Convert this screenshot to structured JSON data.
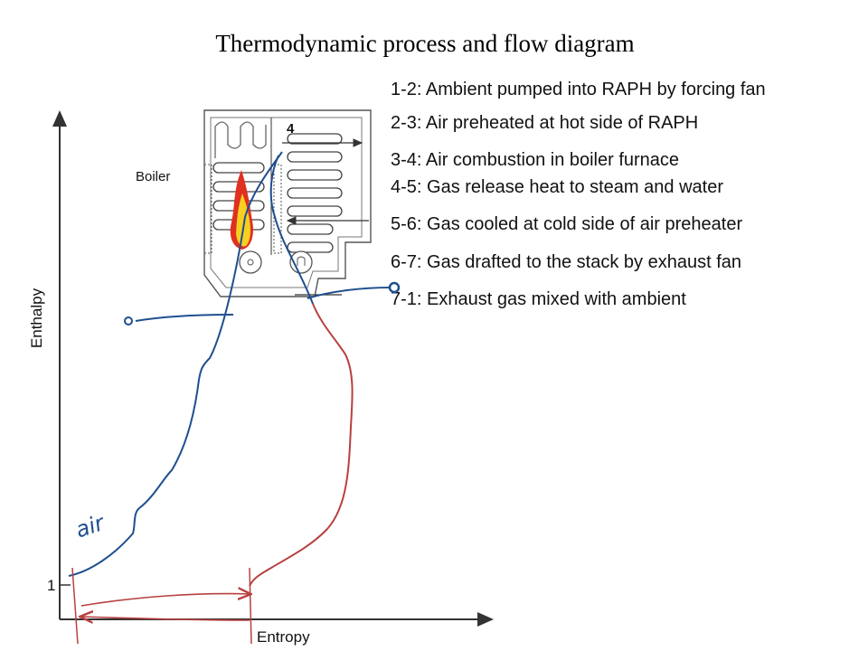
{
  "title": "Thermodynamic process and flow diagram",
  "legend": [
    "1-2: Ambient pumped into RAPH by forcing fan",
    "2-3: Air preheated at hot side of RAPH",
    "3-4: Air combustion in boiler furnace",
    "4-5: Gas release heat to steam and water",
    "5-6: Gas cooled at cold side of air preheater",
    "6-7: Gas drafted to the stack by exhaust fan",
    "7-1: Exhaust gas mixed with ambient"
  ],
  "axes": {
    "y_label": "Enthalpy",
    "x_label": "Entropy",
    "origin_point": "1"
  },
  "boiler": {
    "label": "Boiler",
    "point_label": "4"
  },
  "annotations": {
    "air": "air"
  },
  "colors": {
    "air_path": "#1f4f8f",
    "gas_path": "#b84040",
    "flame_outer": "#e03020",
    "flame_inner": "#f6d020"
  }
}
